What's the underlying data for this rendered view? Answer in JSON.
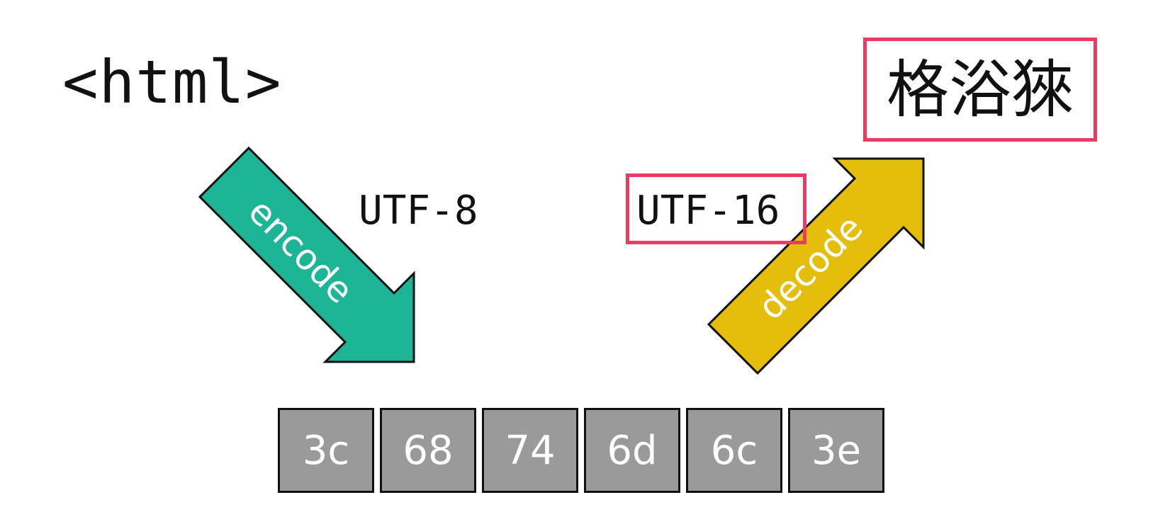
{
  "source_text": "<html>",
  "encode": {
    "arrow_label": "encode",
    "encoding": "UTF-8",
    "color": "#1cb696"
  },
  "decode": {
    "arrow_label": "decode",
    "encoding": "UTF-16",
    "color": "#e5be0c"
  },
  "result_text": "格浴猍",
  "highlight_color": "#ec3b63",
  "bytes": [
    "3c",
    "68",
    "74",
    "6d",
    "6c",
    "3e"
  ]
}
